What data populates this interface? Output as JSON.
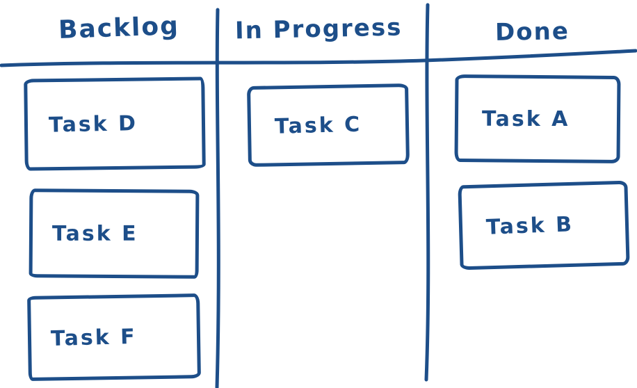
{
  "board": {
    "type": "kanban-sketch",
    "background_color": "#ffffff",
    "ink_color": "#1d4e89",
    "columns": [
      {
        "id": "backlog",
        "label": "Backlog",
        "cards": [
          {
            "label": "Task D"
          },
          {
            "label": "Task E"
          },
          {
            "label": "Task F"
          }
        ]
      },
      {
        "id": "in-progress",
        "label": "In Progress",
        "cards": [
          {
            "label": "Task C"
          }
        ]
      },
      {
        "id": "done",
        "label": "Done",
        "cards": [
          {
            "label": "Task A"
          },
          {
            "label": "Task B"
          }
        ]
      }
    ]
  }
}
